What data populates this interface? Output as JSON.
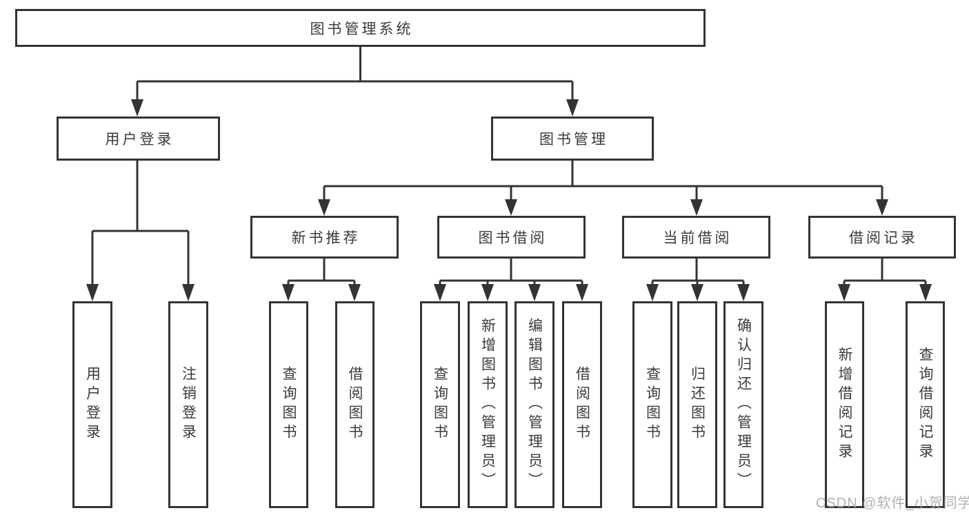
{
  "diagram": {
    "type": "functional-structure-tree",
    "tree": {
      "root": "图书管理系统",
      "children": [
        {
          "label": "用户登录",
          "children": [
            {
              "label": "用户登录"
            },
            {
              "label": "注销登录"
            }
          ]
        },
        {
          "label": "图书管理",
          "children": [
            {
              "label": "新书推荐",
              "children": [
                {
                  "label": "查询图书"
                },
                {
                  "label": "借阅图书"
                }
              ]
            },
            {
              "label": "图书借阅",
              "children": [
                {
                  "label": "查询图书"
                },
                {
                  "label": "新增图书（管理员）"
                },
                {
                  "label": "编辑图书（管理员）"
                },
                {
                  "label": "借阅图书"
                }
              ]
            },
            {
              "label": "当前借阅",
              "children": [
                {
                  "label": "查询图书"
                },
                {
                  "label": "归还图书"
                },
                {
                  "label": "确认归还（管理员）"
                }
              ]
            },
            {
              "label": "借阅记录",
              "children": [
                {
                  "label": "新增借阅记录"
                },
                {
                  "label": "查询借阅记录"
                }
              ]
            }
          ]
        }
      ]
    },
    "colors": {
      "line": "#333333",
      "box_border": "#333333",
      "text": "#3a3a3a",
      "background": "#ffffff",
      "watermark": "#a8a4a4"
    }
  },
  "watermark": "CSDN @软件_小贺同学"
}
